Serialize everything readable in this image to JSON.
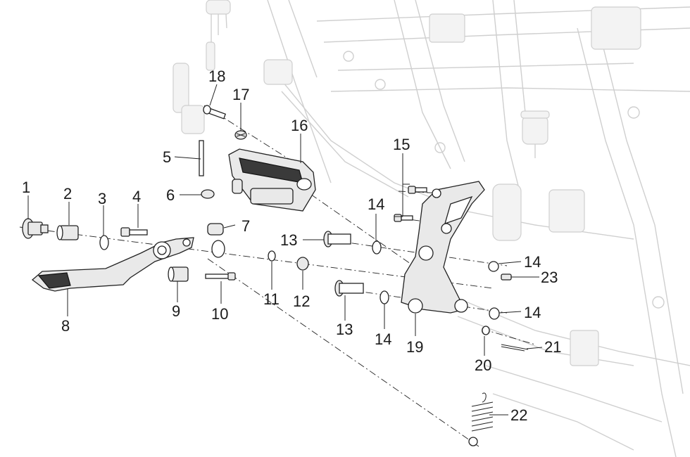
{
  "callouts": {
    "c1": "1",
    "c2": "2",
    "c3": "3",
    "c4": "4",
    "c5": "5",
    "c6": "6",
    "c7": "7",
    "c8": "8",
    "c9": "9",
    "c10": "10",
    "c11": "11",
    "c12": "12",
    "c13a": "13",
    "c13b": "13",
    "c14a": "14",
    "c14b": "14",
    "c14c": "14",
    "c14d": "14",
    "c15": "15",
    "c16": "16",
    "c17": "17",
    "c18": "18",
    "c19": "19",
    "c20": "20",
    "c21": "21",
    "c22": "22",
    "c23": "23"
  },
  "colors": {
    "line": "#222222",
    "ghost": "#cfcfcf",
    "background": "#ffffff"
  }
}
